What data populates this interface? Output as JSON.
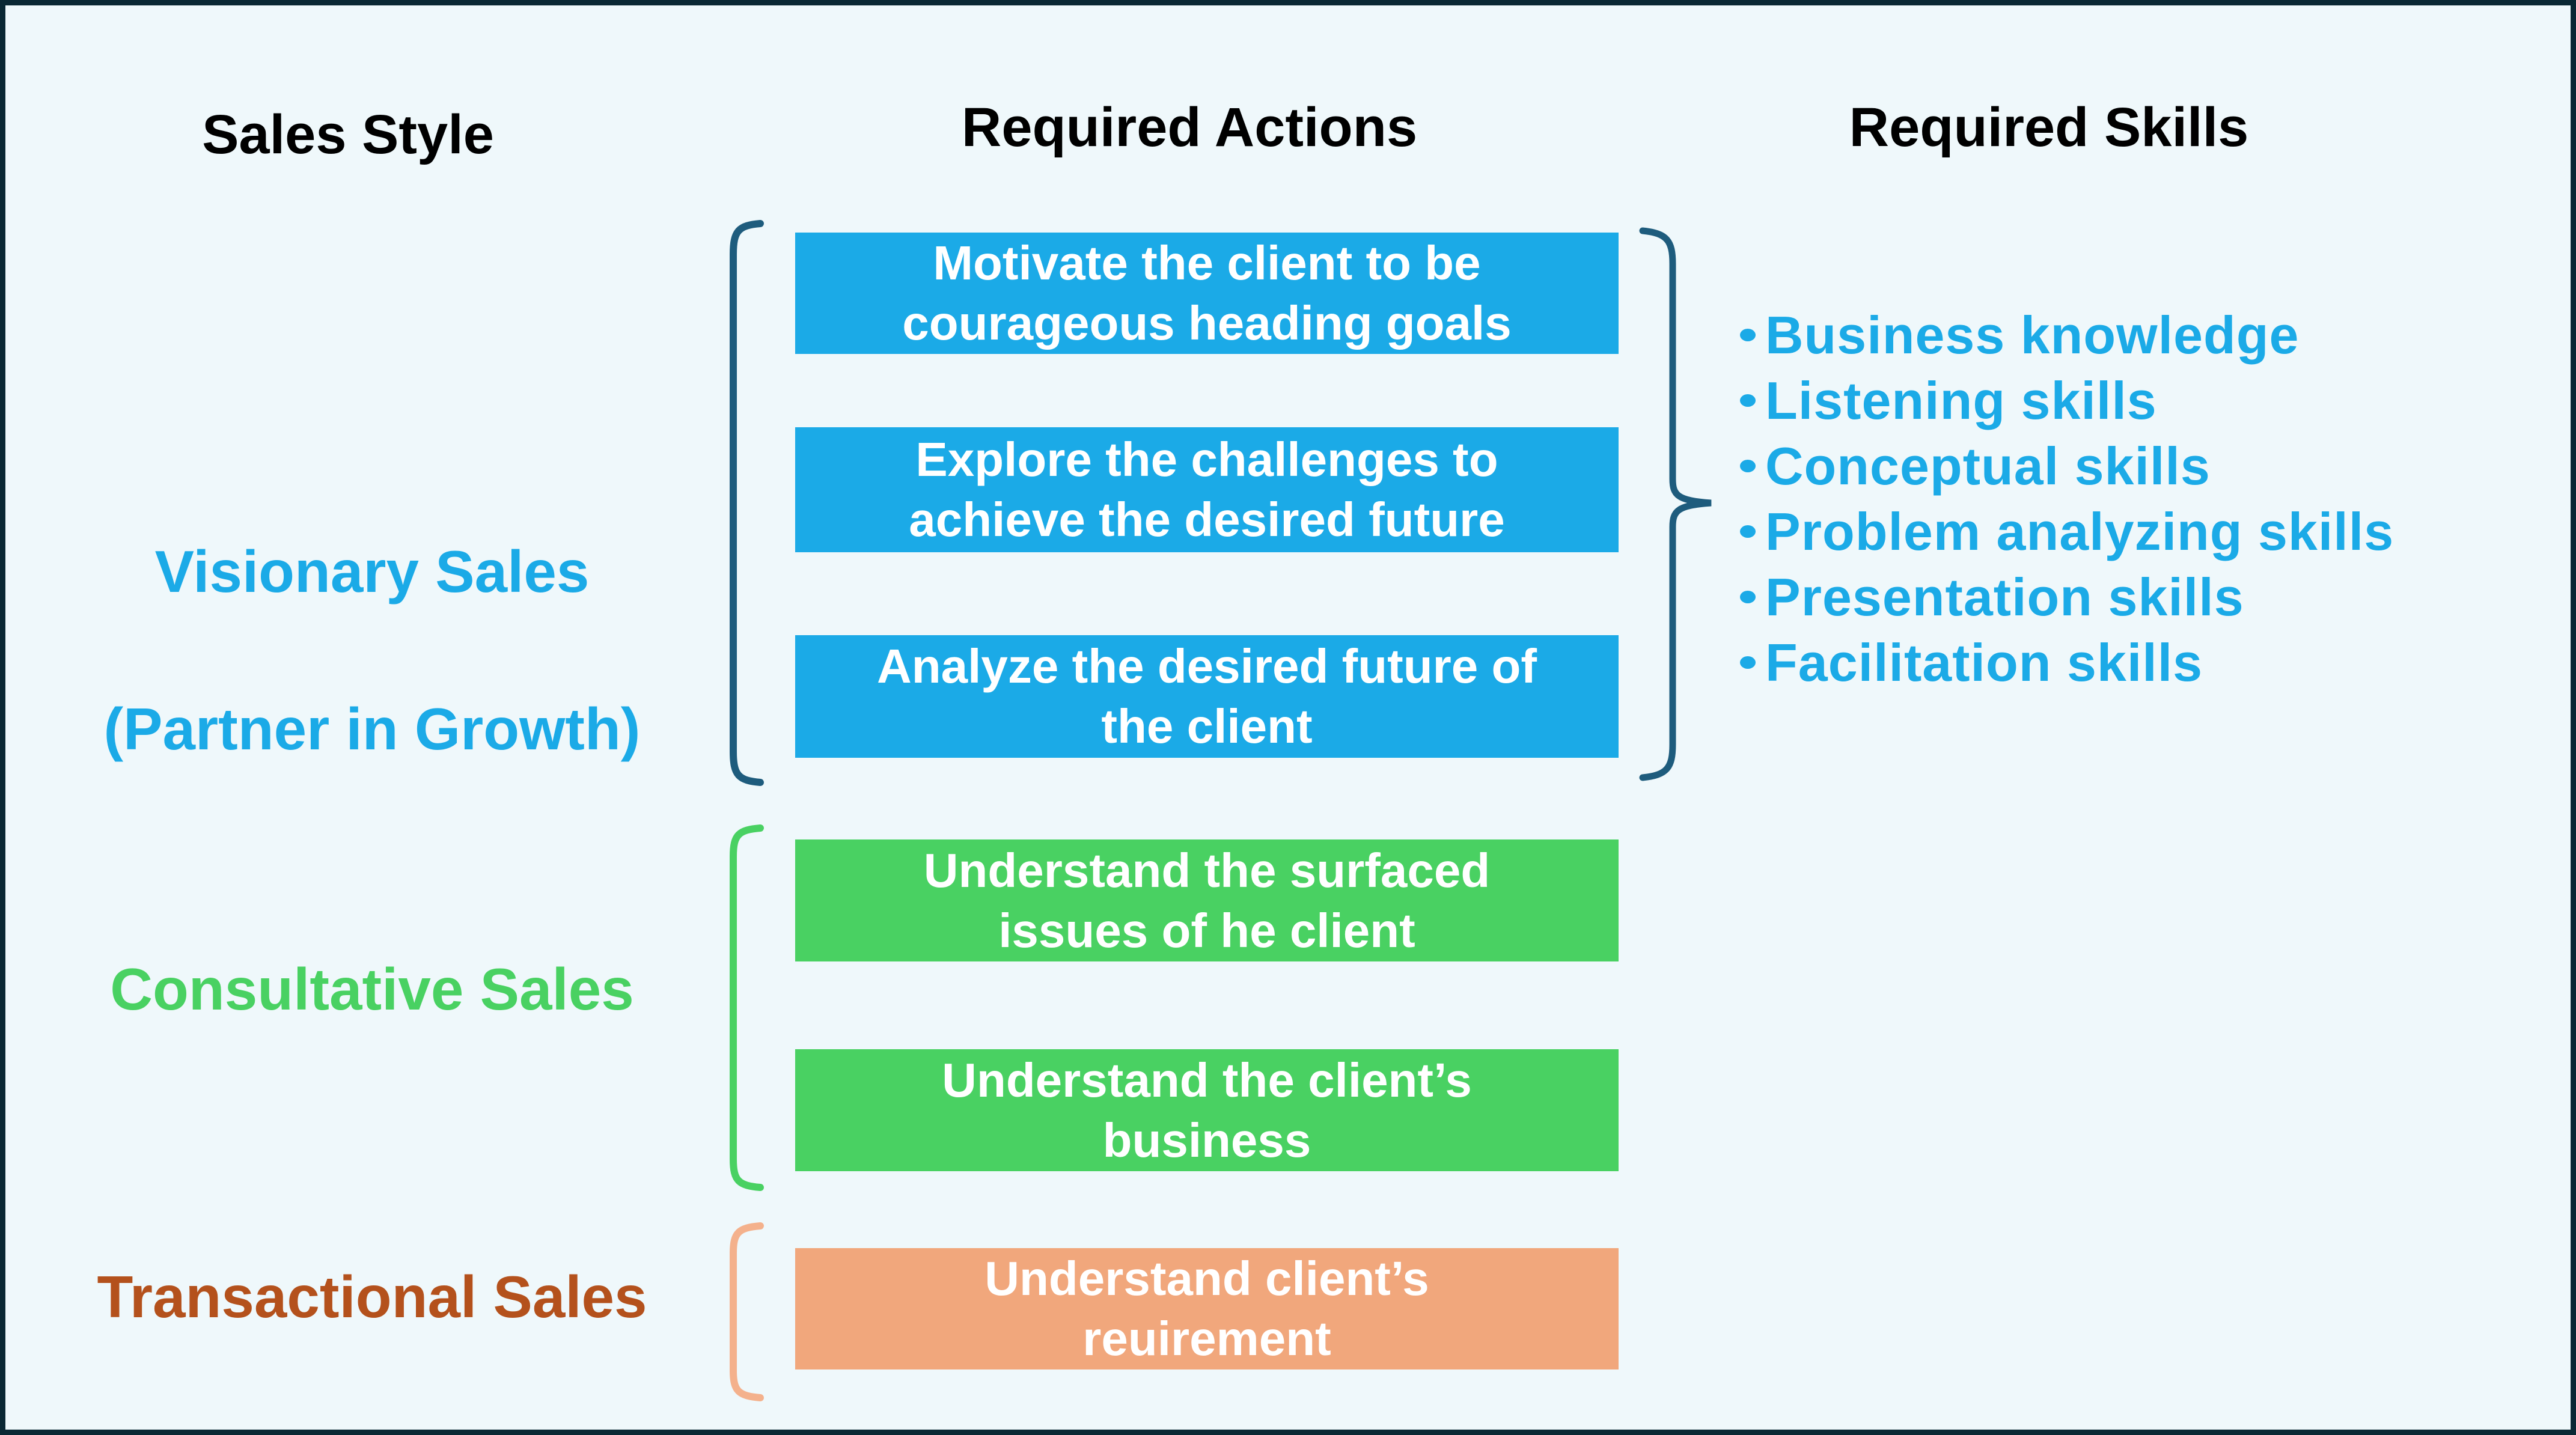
{
  "headers": {
    "sales_style": "Sales Style",
    "required_actions": "Required Actions",
    "required_skills": "Required Skills"
  },
  "groups": [
    {
      "style_label": "Visionary Sales",
      "style_sublabel": "(Partner in Growth)",
      "actions": [
        "Motivate the client to be\ncourageous heading goals",
        "Explore the challenges to\nachieve the desired future",
        "Analyze the desired future of\nthe client"
      ],
      "skills": [
        "Business knowledge",
        "Listening skills",
        "Conceptual skills",
        "Problem analyzing skills",
        "Presentation skills",
        "Facilitation skills"
      ]
    },
    {
      "style_label": "Consultative Sales",
      "actions": [
        "Understand the surfaced\nissues of he client",
        "Understand the client’s\nbusiness"
      ]
    },
    {
      "style_label": "Transactional Sales",
      "actions": [
        "Understand client’s\nreuirement"
      ]
    }
  ],
  "colors": {
    "background": "#EFF8FB",
    "outer_border": "#0A2834",
    "blue_accent": "#1BAAE7",
    "green_accent": "#49D162",
    "peach_accent": "#F1A77C",
    "peach_bracket": "#F4B18C",
    "rust_text": "#B4511C",
    "dark_bracket": "#1E5C7D"
  }
}
